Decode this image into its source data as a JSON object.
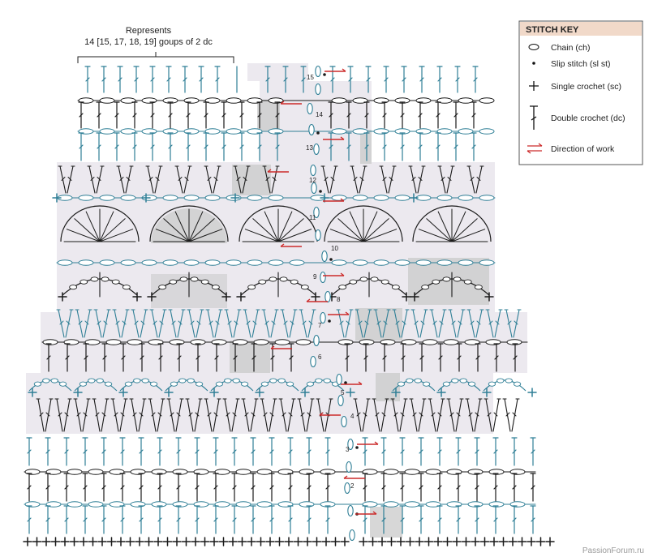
{
  "repeat_note": {
    "line1": "Represents",
    "line2": "14 [15, 17, 18, 19] goups of 2 dc"
  },
  "stitch_key": {
    "title": "STITCH KEY",
    "items": [
      {
        "symbol": "chain-icon",
        "label": "Chain (ch)"
      },
      {
        "symbol": "slip-stitch-icon",
        "label": "Slip stitch (sl st)"
      },
      {
        "symbol": "single-crochet-icon",
        "label": "Single crochet (sc)"
      },
      {
        "symbol": "double-crochet-icon",
        "label": "Double crochet (dc)"
      },
      {
        "symbol": "direction-arrows-icon",
        "label": "Direction of work"
      }
    ]
  },
  "row_numbers": [
    "15",
    "14",
    "13",
    "12",
    "11",
    "10",
    "9",
    "8",
    "7",
    "6",
    "5",
    "4",
    "3",
    "2"
  ],
  "colors": {
    "black_rows": "#1a1a1a",
    "blue_rows": "#2f7f96",
    "accent_red": "#cc2a2a",
    "key_header": "#f1d9c9",
    "shade_light": "#ece9ef",
    "shade_gray": "#c9c9c9"
  },
  "watermark": "PassionForum.ru"
}
